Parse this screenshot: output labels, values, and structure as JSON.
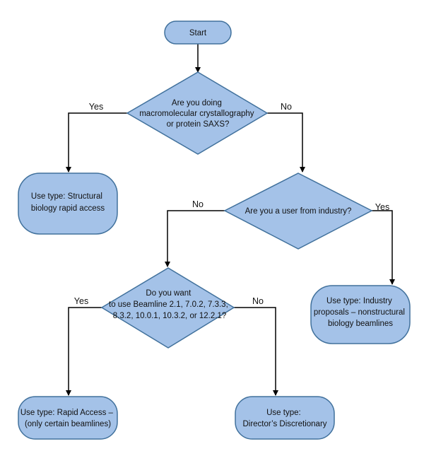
{
  "colors": {
    "node_fill": "#a4c2e8",
    "node_stroke": "#41719c",
    "connector": "#000000",
    "background": "#ffffff"
  },
  "nodes": {
    "start": {
      "lines": [
        "Start"
      ]
    },
    "q_crystallography": {
      "lines": [
        "Are you doing",
        "macromolecular crystallography",
        "or protein SAXS?"
      ]
    },
    "use_structural": {
      "lines": [
        "Use type: Structural",
        "biology rapid access"
      ]
    },
    "q_industry": {
      "lines": [
        "Are you a user from industry?"
      ]
    },
    "use_industry": {
      "lines": [
        "Use type: Industry",
        "proposals – nonstructural",
        "biology beamlines"
      ]
    },
    "q_beamline": {
      "lines": [
        "Do you want",
        "to use Beamline 2.1, 7.0.2, 7.3.3,",
        "8.3.2, 10.0.1, 10.3.2, or 12.2.1?"
      ]
    },
    "use_rapid": {
      "lines": [
        "Use type: Rapid Access –",
        "(only certain beamlines)"
      ]
    },
    "use_director": {
      "lines": [
        "Use type:",
        "Director’s Discretionary"
      ]
    }
  },
  "edge_labels": {
    "q1_yes": "Yes",
    "q1_no": "No",
    "q2_no": "No",
    "q2_yes": "Yes",
    "q3_yes": "Yes",
    "q3_no": "No"
  }
}
